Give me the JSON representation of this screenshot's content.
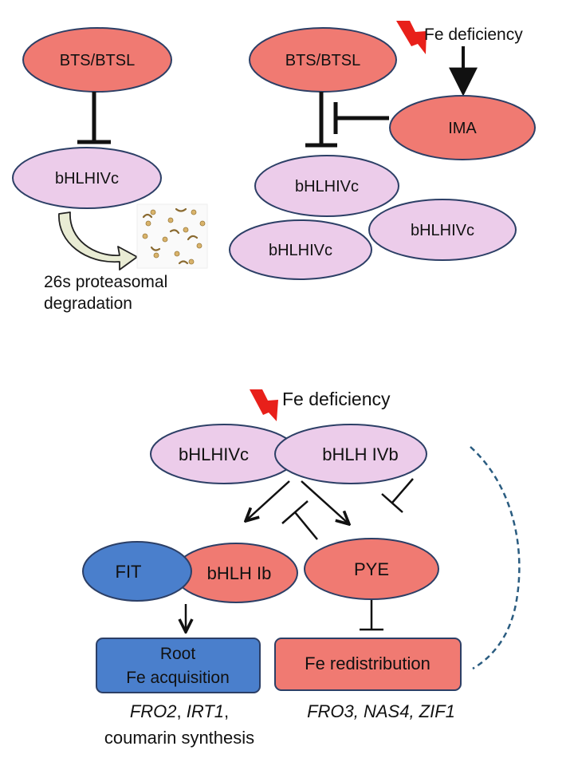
{
  "colors": {
    "salmon": "#f07a72",
    "lavender": "#ecccea",
    "blue": "#4a7fcc",
    "outline": "#2c3f66",
    "bolt": "#e8201a",
    "dash": "#2a5c80",
    "arrow_fill": "#e9ecd4"
  },
  "top_left": {
    "repressor": "BTS/BTSL",
    "target": "bHLHIVc",
    "degradation_line1": "26s proteasomal",
    "degradation_line2": "degradation"
  },
  "top_right": {
    "signal": "Fe deficiency",
    "repressor": "BTS/BTSL",
    "peptide": "IMA",
    "targets": [
      "bHLHIVc",
      "bHLHIVc",
      "bHLHIVc"
    ]
  },
  "bottom": {
    "signal": "Fe deficiency",
    "complex_a": "bHLHIVc",
    "complex_b": "bHLH IVb",
    "fit": "FIT",
    "ib": "bHLH Ib",
    "pye": "PYE",
    "root_line1": "Root",
    "root_line2": "Fe acquisition",
    "redistribution": "Fe redistribution",
    "genes_left": {
      "fro2": "FRO2",
      "sep1": ", ",
      "irt1": "IRT1",
      "sep2": ",",
      "line2": "coumarin synthesis"
    },
    "genes_right": "FRO3, NAS4, ZIF1"
  },
  "icons": [
    "lightning-bolt-icon",
    "curved-arrow-icon",
    "peptide-fragments-icon"
  ]
}
